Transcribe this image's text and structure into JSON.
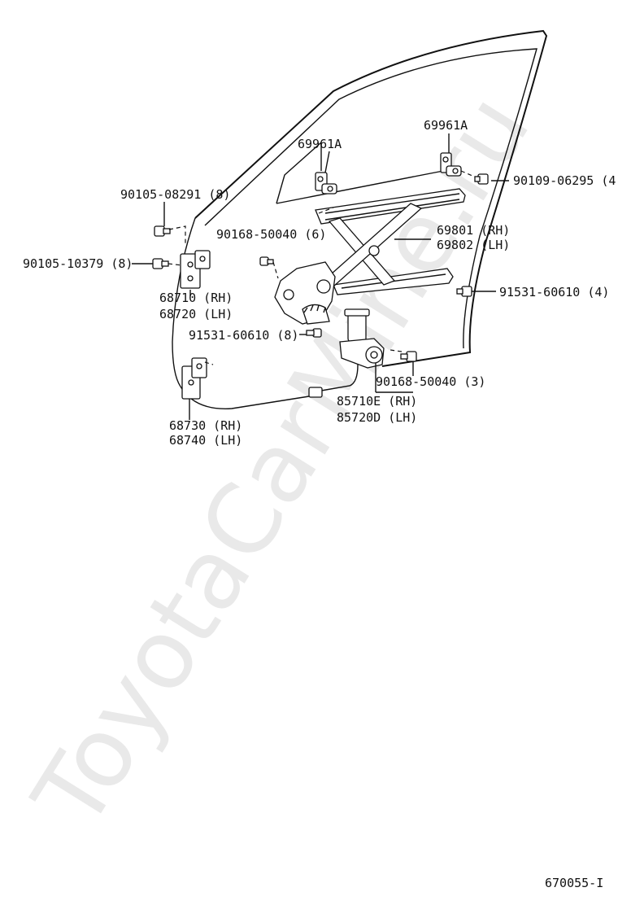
{
  "watermark": "ToyotaCarMine.ru",
  "figure_code": "670055-I",
  "labels": {
    "bracket_a_left": "69961A",
    "bracket_a_right": "69961A",
    "bolt_90109": "90109-06295 (4)",
    "bolt_90105_08291": "90105-08291 (8)",
    "bolt_90168_top": "90168-50040 (6)",
    "regulator_rh": "69801 (RH)",
    "regulator_lh": "69802 (LH)",
    "bolt_90105_10379": "90105-10379 (8)",
    "hinge_upper_rh": "68710 (RH)",
    "hinge_upper_lh": "68720 (LH)",
    "nut_91531_right": "91531-60610 (4)",
    "nut_91531_left": "91531-60610 (8)",
    "bolt_90168_bottom": "90168-50040 (3)",
    "motor_rh": "85710E (RH)",
    "motor_lh": "85720D (LH)",
    "hinge_lower_rh": "68730 (RH)",
    "hinge_lower_lh": "68740 (LH)"
  }
}
